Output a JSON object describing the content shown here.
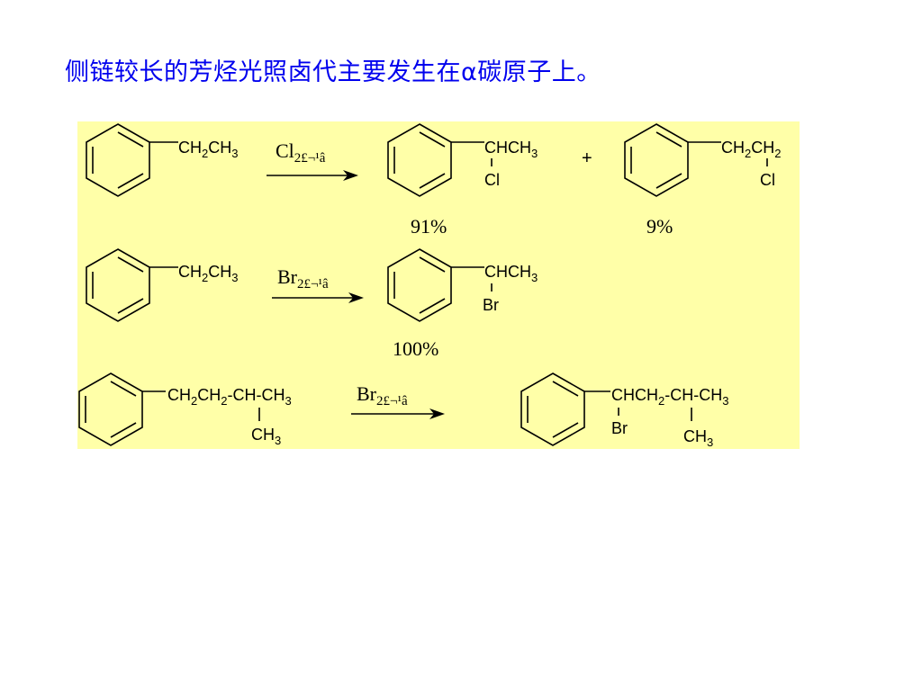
{
  "slide": {
    "title": "侧链较长的芳烃光照卤代主要发生在α碳原子上。"
  },
  "reactions": [
    {
      "reactant": {
        "main": "CH",
        "s1": "2",
        "mid": "CH",
        "s2": "3"
      },
      "reagent": {
        "main": "Cl",
        "sub": "2£¬¹â"
      },
      "product1": {
        "line1": "CHCH",
        "line1_sub": "3",
        "line2": "Cl",
        "yield": "91%"
      },
      "plus": "+",
      "product2": {
        "line1a": "CH",
        "s1": "2",
        "line1b": "CH",
        "s2": "2",
        "line2": "Cl",
        "yield": "9%"
      }
    },
    {
      "reactant": {
        "main": "CH",
        "s1": "2",
        "mid": "CH",
        "s2": "3"
      },
      "reagent": {
        "main": "Br",
        "sub": "2£¬¹â"
      },
      "product1": {
        "line1": "CHCH",
        "line1_sub": "3",
        "line2": "Br",
        "yield": "100%"
      }
    },
    {
      "reactant": {
        "a": "CH",
        "s1": "2",
        "b": "CH",
        "s2": "2",
        "c": "-CH-CH",
        "s3": "3",
        "branch": "CH",
        "branch_sub": "3"
      },
      "reagent": {
        "main": "Br",
        "sub": "2£¬¹â"
      },
      "product1": {
        "a": "CHCH",
        "s1": "2",
        "b": "-CH-CH",
        "s2": "3",
        "br": "Br",
        "branch": "CH",
        "branch_sub": "3"
      }
    }
  ]
}
